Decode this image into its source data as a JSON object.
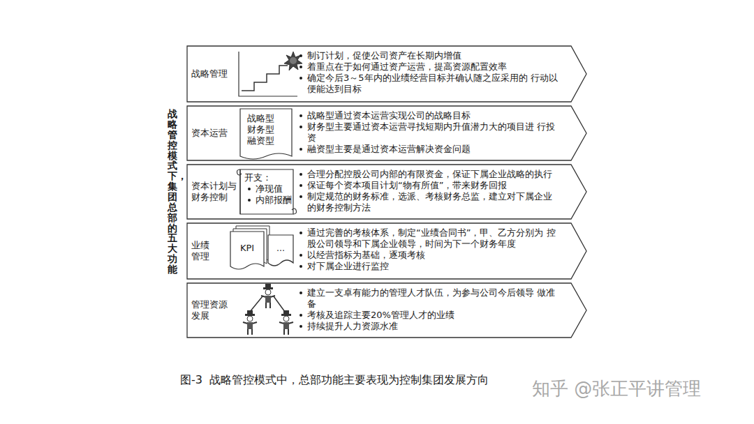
{
  "diagram": {
    "title": "战略管控模式下，集团总部的五大功能",
    "caption": "图-3  战略管控模式中，总部功能主要表现为控制集团发展方向",
    "nodes": [
      {
        "text": [
          "战略管理",
          "制订计划，促使公司资产在长期内增值",
          "着重点在于如何通过资产运营，提高资源配置效率",
          "确定今后3～5年内的业绩经营目标并确认随之应采用的 行动以便能达到目标"
        ]
      },
      {
        "text": [
          "资本运营",
          "战略型通过资本运营实现公司的战略目标",
          "财务型主要通过资本运营寻找短期内升值潜力大的项目进 行投资",
          "融资型主要是通过资本运营解决资金问题"
        ]
      },
      {
        "text": [
          "战略型",
          "财务型",
          "融资型"
        ],
        "in": 1
      },
      {
        "text": [
          "资本计划与 财务控制",
          "合理分配控股公司内部的有限资金，保证下属企业战略的执行",
          "保证每个资本项目计划“物有所值”，带来财务回报",
          "制定规范的财务标准，选派、考核财务总监，建立对下属企业 的财务控制方法"
        ]
      },
      {
        "text": [
          "开支：",
          "净现值",
          "内部报酬"
        ],
        "in": 3
      },
      {
        "text": [
          "业绩 管理",
          "通过完善的考核体系，制定“业绩合同书”，甲、乙方分别为 控股公司领导和下属企业领导，时间为下一个财务年度",
          "以经营指标为基础，逐项考核",
          "对下属企业进行监控"
        ]
      },
      {
        "text": [
          "KPI"
        ],
        "in": 5
      },
      {
        "text": [
          "..."
        ],
        "in": 5
      },
      {
        "text": [
          "管理资源 发展",
          "建立一支卓有能力的管理人才队伍，为参与公司今后领导 做准备",
          "考核及追踪主要20%管理人才的业绩",
          "持续提升人力资源水准"
        ]
      }
    ],
    "edges": [],
    "labels": [
      "知乎 @张正平讲管理"
    ]
  }
}
